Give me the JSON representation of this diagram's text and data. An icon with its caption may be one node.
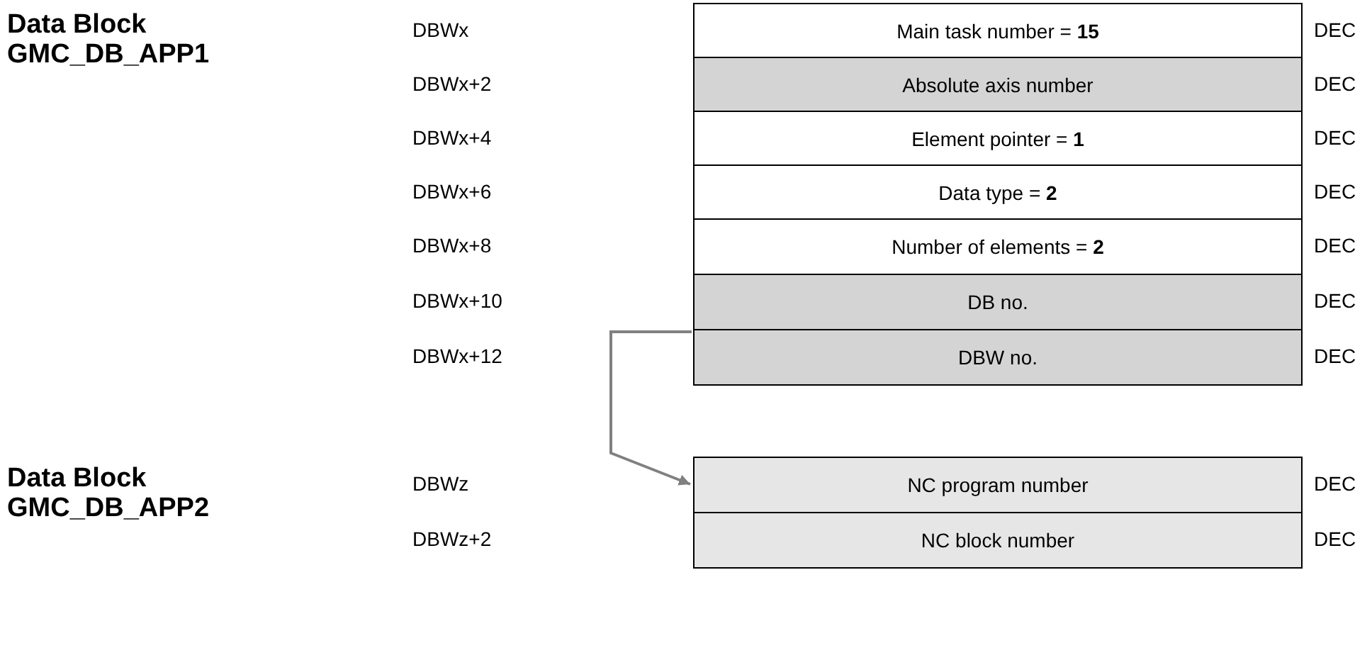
{
  "diagram": {
    "nodes": [
      {
        "text": [
          "Main task number = **15**"
        ],
        "beside": [
          "DEC"
        ]
      },
      {
        "text": [
          "Absolute axis number"
        ],
        "beside": [
          "DEC"
        ]
      },
      {
        "text": [
          "Element pointer = **1**"
        ],
        "beside": [
          "DEC"
        ]
      },
      {
        "text": [
          "Data type = **2**"
        ],
        "beside": [
          "DEC"
        ]
      },
      {
        "text": [
          "Number of elements = **2**"
        ],
        "beside": [
          "DEC"
        ]
      },
      {
        "text": [
          "DB no."
        ],
        "beside": [
          "DEC"
        ]
      },
      {
        "text": [
          "DBW no."
        ],
        "beside": [
          "DEC"
        ]
      },
      {
        "text": [
          "NC program number"
        ],
        "beside": [
          "DEC"
        ]
      },
      {
        "text": [
          "NC block number"
        ],
        "beside": [
          "DEC"
        ]
      }
    ],
    "edges": [
      {
        "from": 6,
        "to": 7,
        "arrow": "to",
        "color": "#808080"
      }
    ],
    "labels": [
      "Data Block GMC_DB_APP1",
      "DBWx",
      "DBWx+2",
      "DBWx+4",
      "DBWx+6",
      "DBWx+8",
      "DBWx+10",
      "DBWx+12",
      "Data Block GMC_DB_APP2",
      "DBWz",
      "DBWz+2"
    ]
  }
}
